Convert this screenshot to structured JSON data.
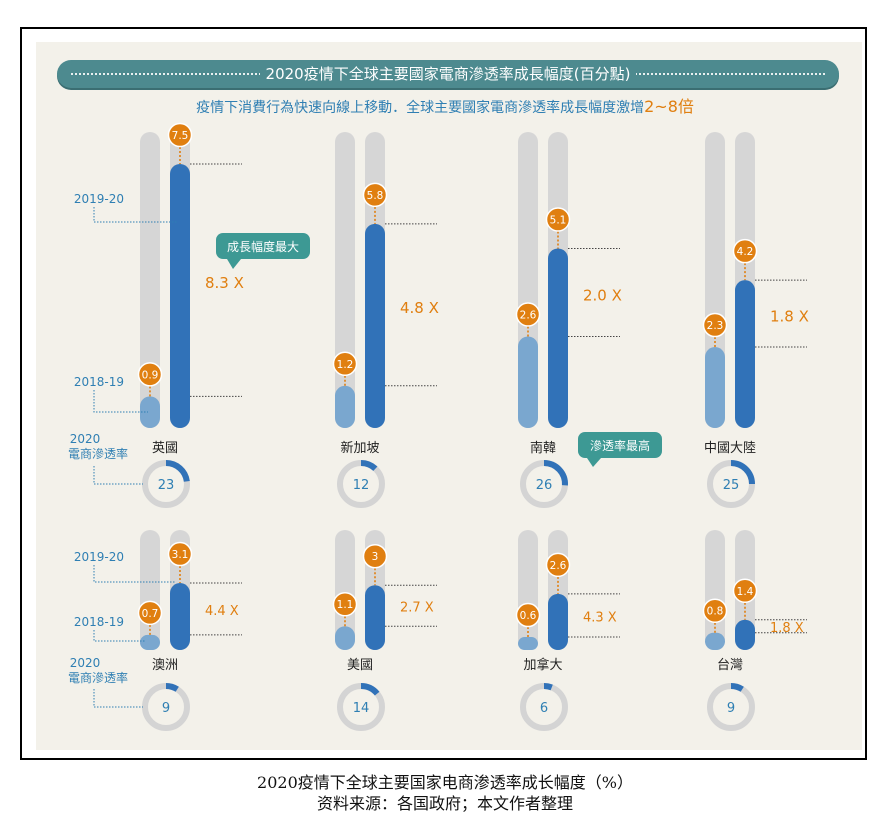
{
  "banner_title": "2020疫情下全球主要國家電商滲透率成長幅度(百分點)",
  "subtitle_main": "疫情下消費行為快速向線上移動．全球主要國家電商滲透率成長幅度激增",
  "subtitle_highlight": "2~8倍",
  "row_labels": {
    "period_2019_20": "2019-20",
    "period_2018_19": "2018-19",
    "penetration_2020_line1": "2020",
    "penetration_2020_line2": "電商滲透率"
  },
  "callouts": {
    "uk": "成長幅度最大",
    "korea": "滲透率最高"
  },
  "colors": {
    "bar_2018_19": "#7aa7cf",
    "bar_2019_20": "#3172b8",
    "track": "#d6d6d6",
    "bubble": "#e07f10",
    "multiplier": "#e07f10",
    "label_blue": "#2f7fb3",
    "callout": "#3d9994",
    "donut_fill": "#3172b8",
    "donut_track": "#d4d4d4"
  },
  "chart_data": {
    "type": "bar",
    "title": "2020疫情下全球主要國家電商滲透率成長幅度(百分點)",
    "categories": [
      "英國",
      "新加坡",
      "南韓",
      "中國大陸",
      "澳洲",
      "美國",
      "加拿大",
      "台灣"
    ],
    "series": [
      {
        "name": "2018-19",
        "values": [
          0.9,
          1.2,
          2.6,
          2.3,
          0.7,
          1.1,
          0.6,
          0.8
        ]
      },
      {
        "name": "2019-20",
        "values": [
          7.5,
          5.8,
          5.1,
          4.2,
          3.1,
          3.0,
          2.6,
          1.4
        ]
      }
    ],
    "multipliers": [
      "8.3 X",
      "4.8 X",
      "2.0 X",
      "1.8 X",
      "4.4 X",
      "2.7 X",
      "4.3 X",
      "1.8 X"
    ],
    "penetration_2020": [
      23,
      12,
      26,
      25,
      9,
      14,
      6,
      9
    ],
    "ylim_top_row": [
      0,
      8.5
    ],
    "ylim_bottom_row": [
      0,
      3.5
    ]
  },
  "caption_line1": "2020疫情下全球主要国家电商渗透率成长幅度（%）",
  "caption_line2": "资料来源：各国政府；本文作者整理"
}
